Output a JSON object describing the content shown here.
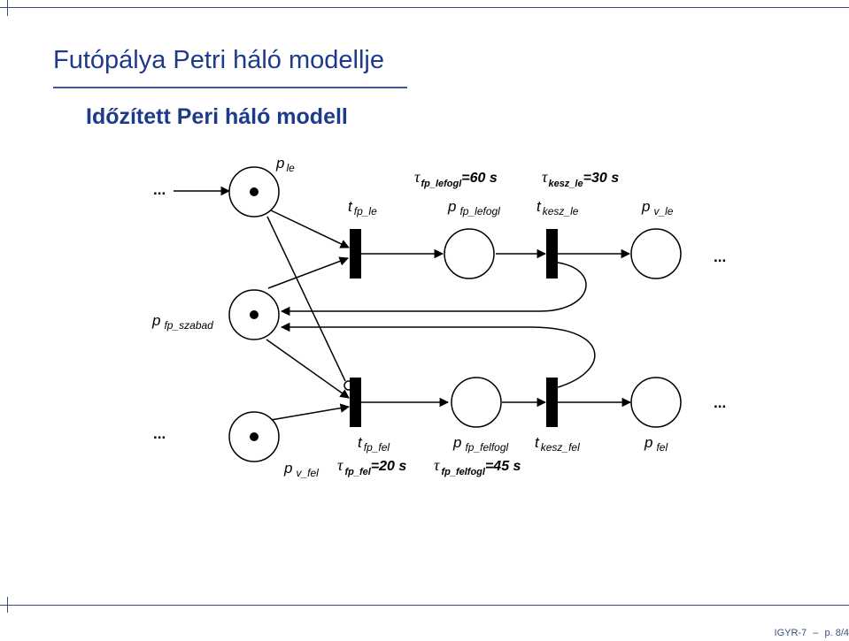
{
  "slide": {
    "title": "Futópálya Petri háló modellje",
    "subtitle": "Időzített Peri háló modell"
  },
  "diagram": {
    "places": [
      {
        "id": "p_le",
        "name": "p",
        "sub": "le",
        "tokens": 1
      },
      {
        "id": "p_fp_lefogl",
        "name": "p",
        "sub": "fp_lefogl",
        "tokens": 0
      },
      {
        "id": "p_v_le",
        "name": "p",
        "sub": "v_le",
        "tokens": 0
      },
      {
        "id": "p_fp_szabad",
        "name": "p",
        "sub": "fp_szabad",
        "tokens": 1
      },
      {
        "id": "p_v_fel",
        "name": "p",
        "sub": "v_fel",
        "tokens": 1
      },
      {
        "id": "p_fp_felfogl",
        "name": "p",
        "sub": "fp_felfogl",
        "tokens": 0
      },
      {
        "id": "p_fel",
        "name": "p",
        "sub": "fel",
        "tokens": 0
      }
    ],
    "transitions": [
      {
        "id": "t_fp_le",
        "name": "t",
        "sub": "fp_le"
      },
      {
        "id": "t_kesz_le",
        "name": "t",
        "sub": "kesz_le"
      },
      {
        "id": "t_fp_fel",
        "name": "t",
        "sub": "fp_fel"
      },
      {
        "id": "t_kesz_fel",
        "name": "t",
        "sub": "kesz_fel"
      }
    ],
    "timings": [
      {
        "id": "tau_fp_lefogl",
        "symbol": "τ",
        "sub": "fp_lefogl",
        "value": "=60 s"
      },
      {
        "id": "tau_kesz_le",
        "symbol": "τ",
        "sub": "kesz_le",
        "value": "=30 s"
      },
      {
        "id": "tau_fp_fel",
        "symbol": "τ",
        "sub": "fp_fel",
        "value": "=20 s"
      },
      {
        "id": "tau_fp_felfogl",
        "symbol": "τ",
        "sub": "fp_felfogl",
        "value": "=45 s"
      }
    ],
    "ellipsis": "..."
  },
  "footer": {
    "course": "IGYR-7",
    "dash": "–",
    "page": "p. 8/4"
  }
}
